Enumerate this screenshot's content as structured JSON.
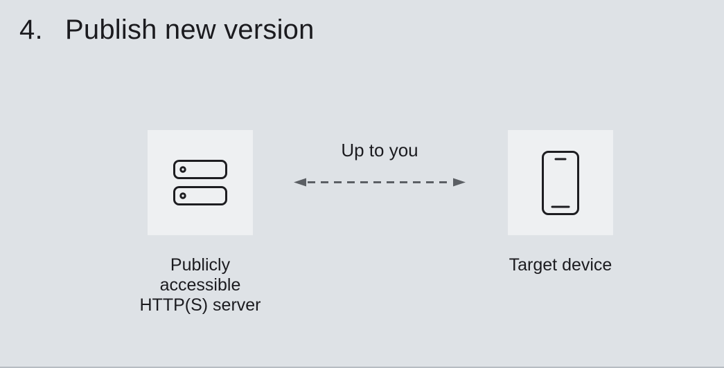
{
  "colors": {
    "background": "#dee2e6",
    "card_background": "#eef0f2",
    "icon_stroke": "#1d1d21",
    "arrow": "#5b5f64",
    "text": "#1b1b1f"
  },
  "title": {
    "number": "4.",
    "text": "Publish new version"
  },
  "diagram": {
    "left_node": {
      "icon": "server-icon",
      "label": "Publicly\naccessible\nHTTP(S) server"
    },
    "connection": {
      "label": "Up to you",
      "arrow_style": "dashed-double-headed",
      "arrow_icon": "double-arrow-icon"
    },
    "right_node": {
      "icon": "smartphone-icon",
      "label": "Target device"
    }
  }
}
